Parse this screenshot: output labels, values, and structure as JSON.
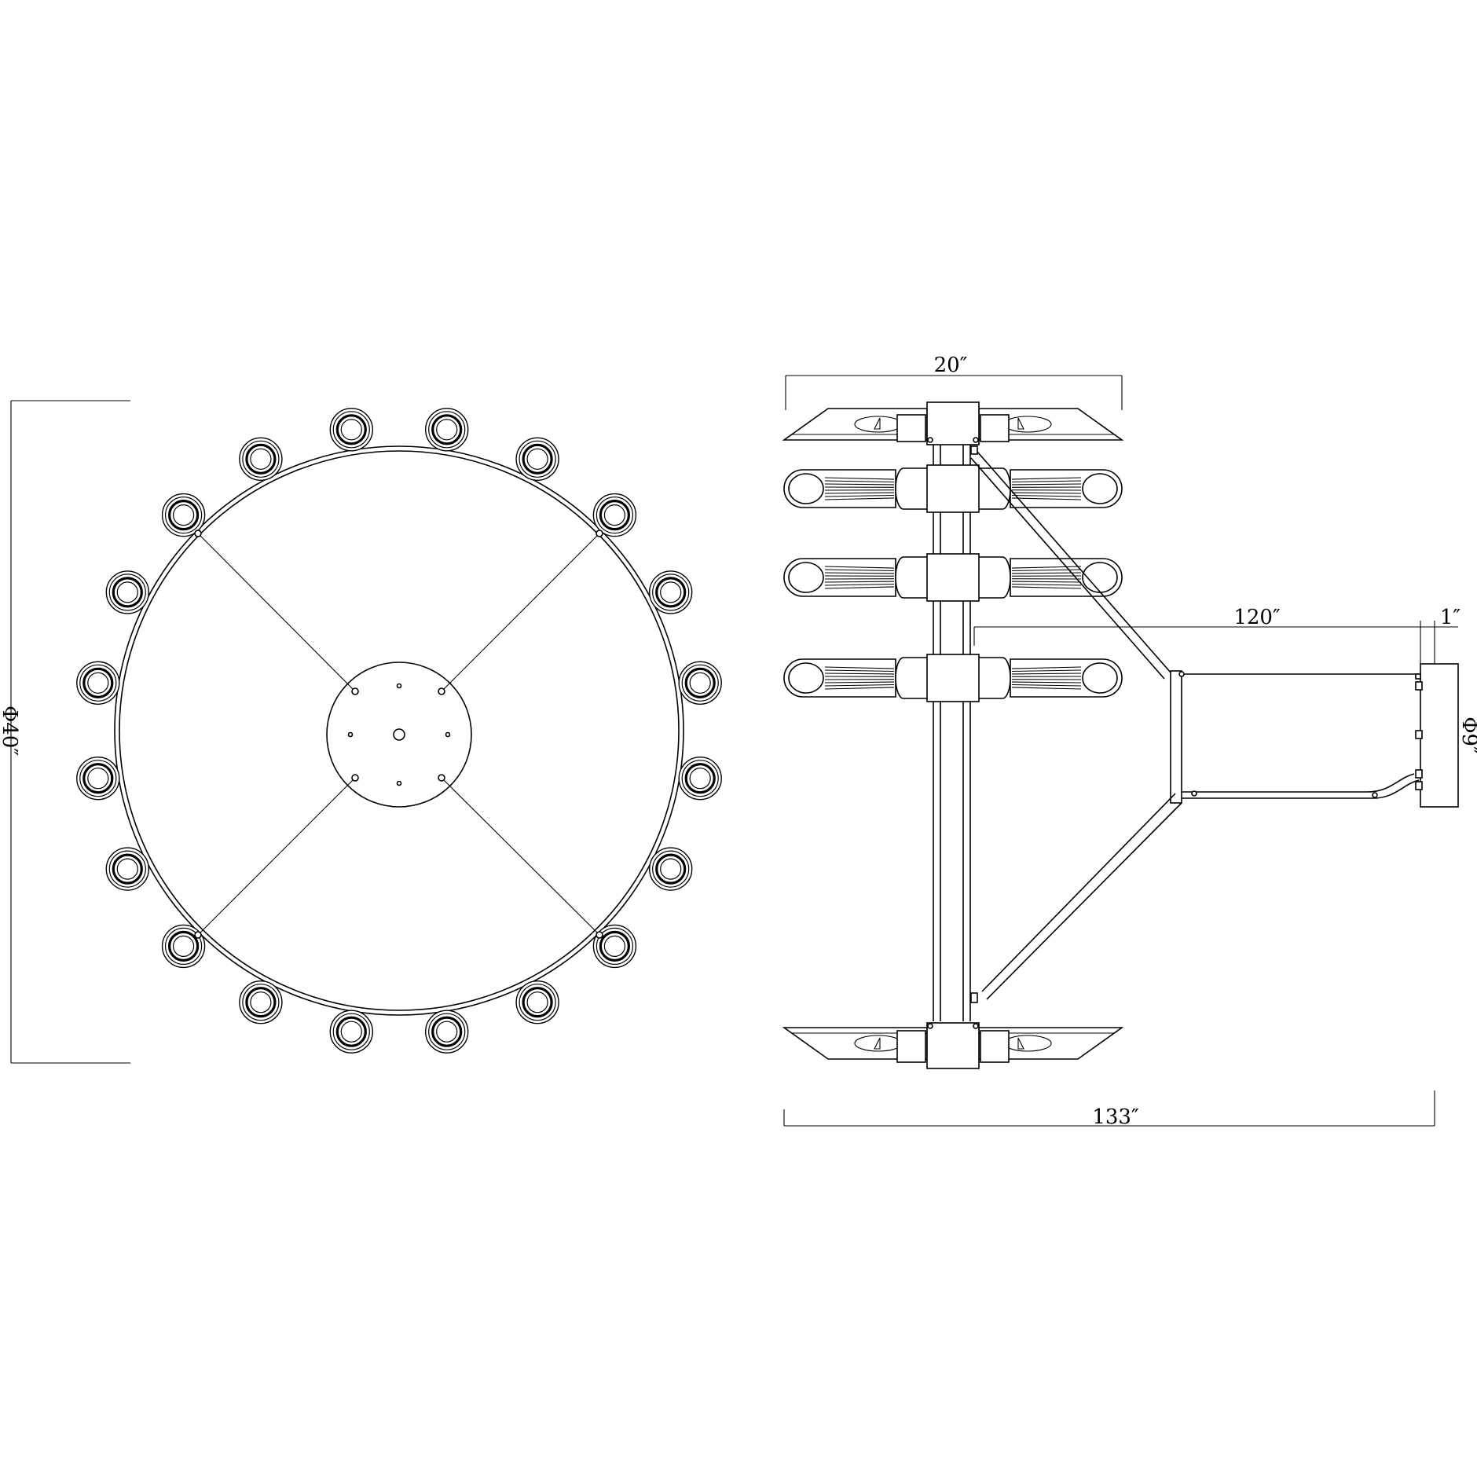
{
  "dimensions": {
    "ring_diameter": "Φ40″",
    "top_width": "20″",
    "arm_length": "120″",
    "canopy_depth": "1″",
    "canopy_diameter": "Φ9″",
    "overall_length": "133″"
  },
  "plan_view": {
    "crystal_count": 20
  }
}
